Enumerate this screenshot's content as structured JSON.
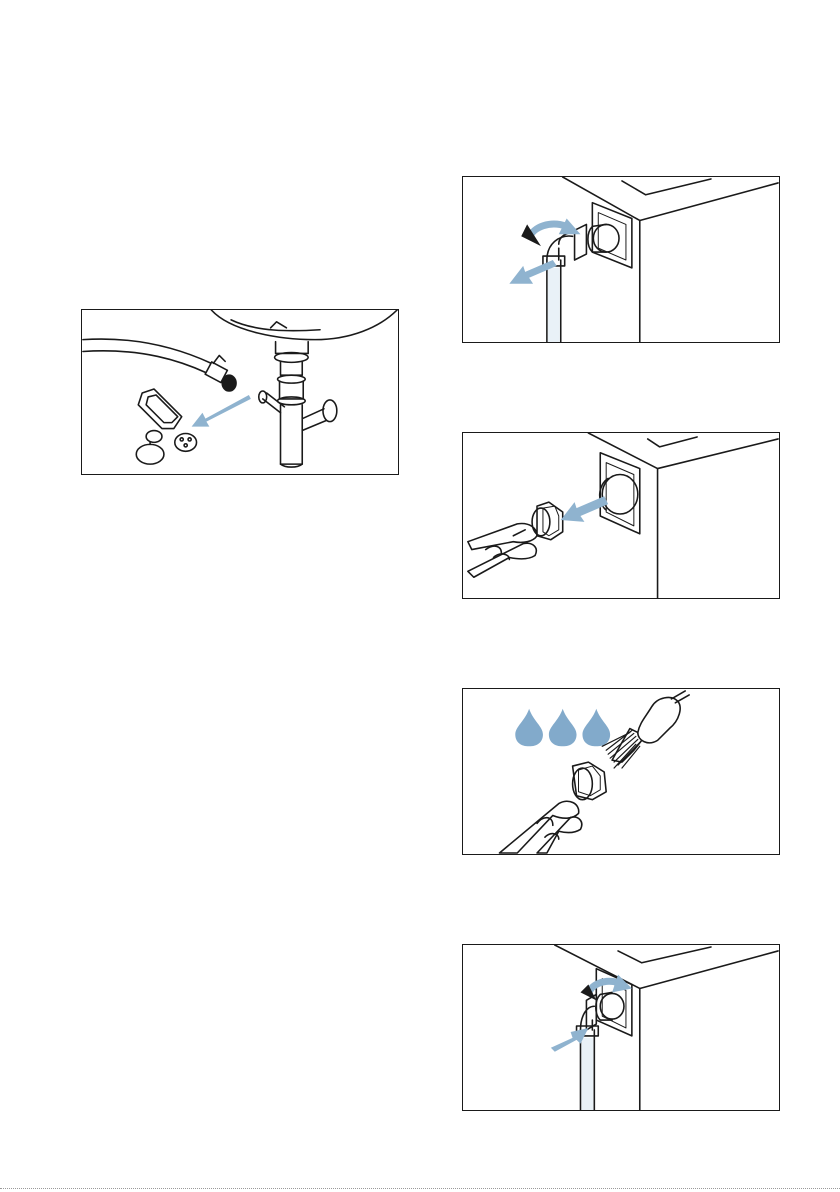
{
  "figures": [
    {
      "id": "drain-hose-filter",
      "icon": "drain-hose-and-filter-parts-illustration"
    },
    {
      "id": "tap-off",
      "icon": "turn-off-water-tap-illustration"
    },
    {
      "id": "remove-filter",
      "icon": "pliers-remove-filter-illustration"
    },
    {
      "id": "clean-filter",
      "icon": "brush-clean-filter-illustration"
    },
    {
      "id": "reconnect",
      "icon": "reconnect-hose-turn-on-tap-illustration"
    }
  ],
  "colors": {
    "line": "#1a1a1a",
    "accent_blue": "#8fb3cf",
    "blue_fill": "#e9f1f7",
    "drop_blue": "#82aacb"
  }
}
